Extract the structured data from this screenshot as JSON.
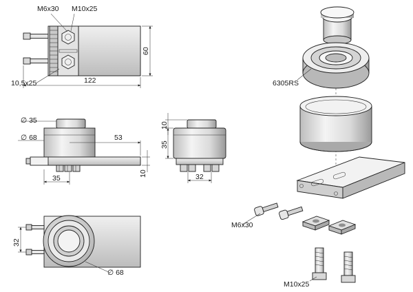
{
  "views": {
    "top": {
      "labels": {
        "bolt_small": "M6x30",
        "bolt_large": "M10x25",
        "slot": "10,5x25"
      },
      "dims": {
        "length": "122",
        "height": "60"
      }
    },
    "front": {
      "dims": {
        "bearing_dia": "∅ 35",
        "housing_dia": "∅ 68",
        "offset": "53",
        "bolt_pos": "35",
        "plate_thk": "10"
      }
    },
    "side": {
      "dims": {
        "top_h": "10",
        "body_h": "35",
        "bolt_spacing": "32"
      }
    },
    "bottom": {
      "dims": {
        "spacing": "32",
        "housing_dia": "∅ 68"
      }
    },
    "exploded": {
      "labels": {
        "bearing": "6305RS",
        "screw_small": "M6x30",
        "screw_large": "M10x25"
      }
    }
  },
  "colors": {
    "metal_light": "#eeeeee",
    "metal_mid": "#cfcfcf",
    "metal_dark": "#8a8a8a",
    "line": "#1f1f1f"
  }
}
